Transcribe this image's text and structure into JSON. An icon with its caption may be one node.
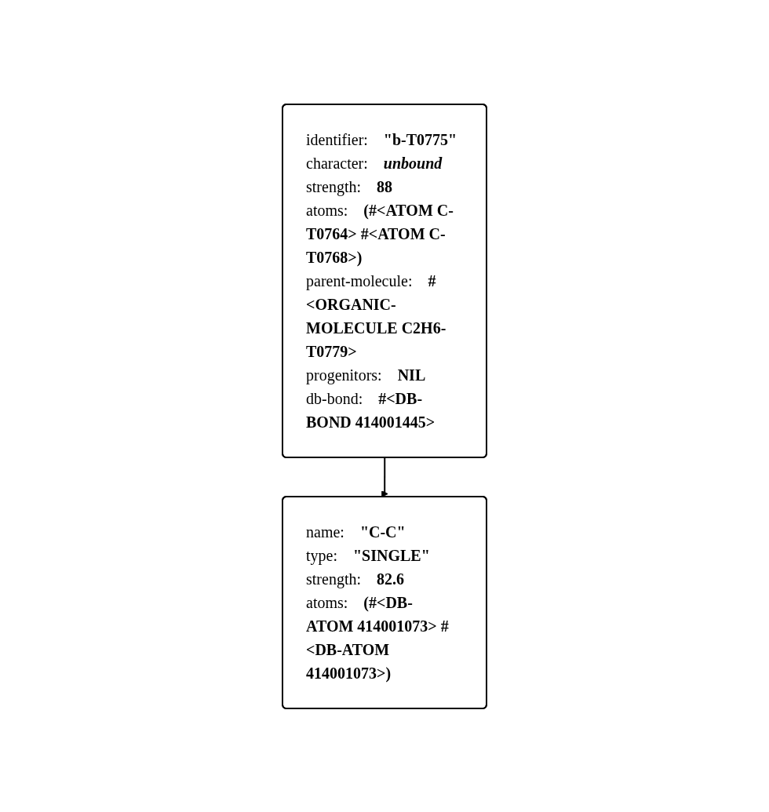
{
  "diagram": {
    "nodes": [
      {
        "text": [
          "identifier:",
          "\"b-T0775\"",
          "character:",
          "unbound",
          "strength:",
          "88",
          "atoms:",
          "(#<ATOM C-T0764> #<ATOM C-T0768>)",
          "parent-molecule:",
          "#<ORGANIC-MOLECULE C2H6-T0779>",
          "progenitors:",
          "NIL",
          "db-bond:",
          "#<DB-BOND 414001445>"
        ]
      },
      {
        "text": [
          "name:",
          "\"C-C\"",
          "type:",
          "\"SINGLE\"",
          "strength:",
          "82.6",
          "atoms:",
          "(#<DB-ATOM 414001073> #<DB-ATOM 414001073>)"
        ]
      }
    ],
    "edges": [
      {
        "from": 0,
        "to": 1,
        "arrow": "to"
      }
    ]
  }
}
